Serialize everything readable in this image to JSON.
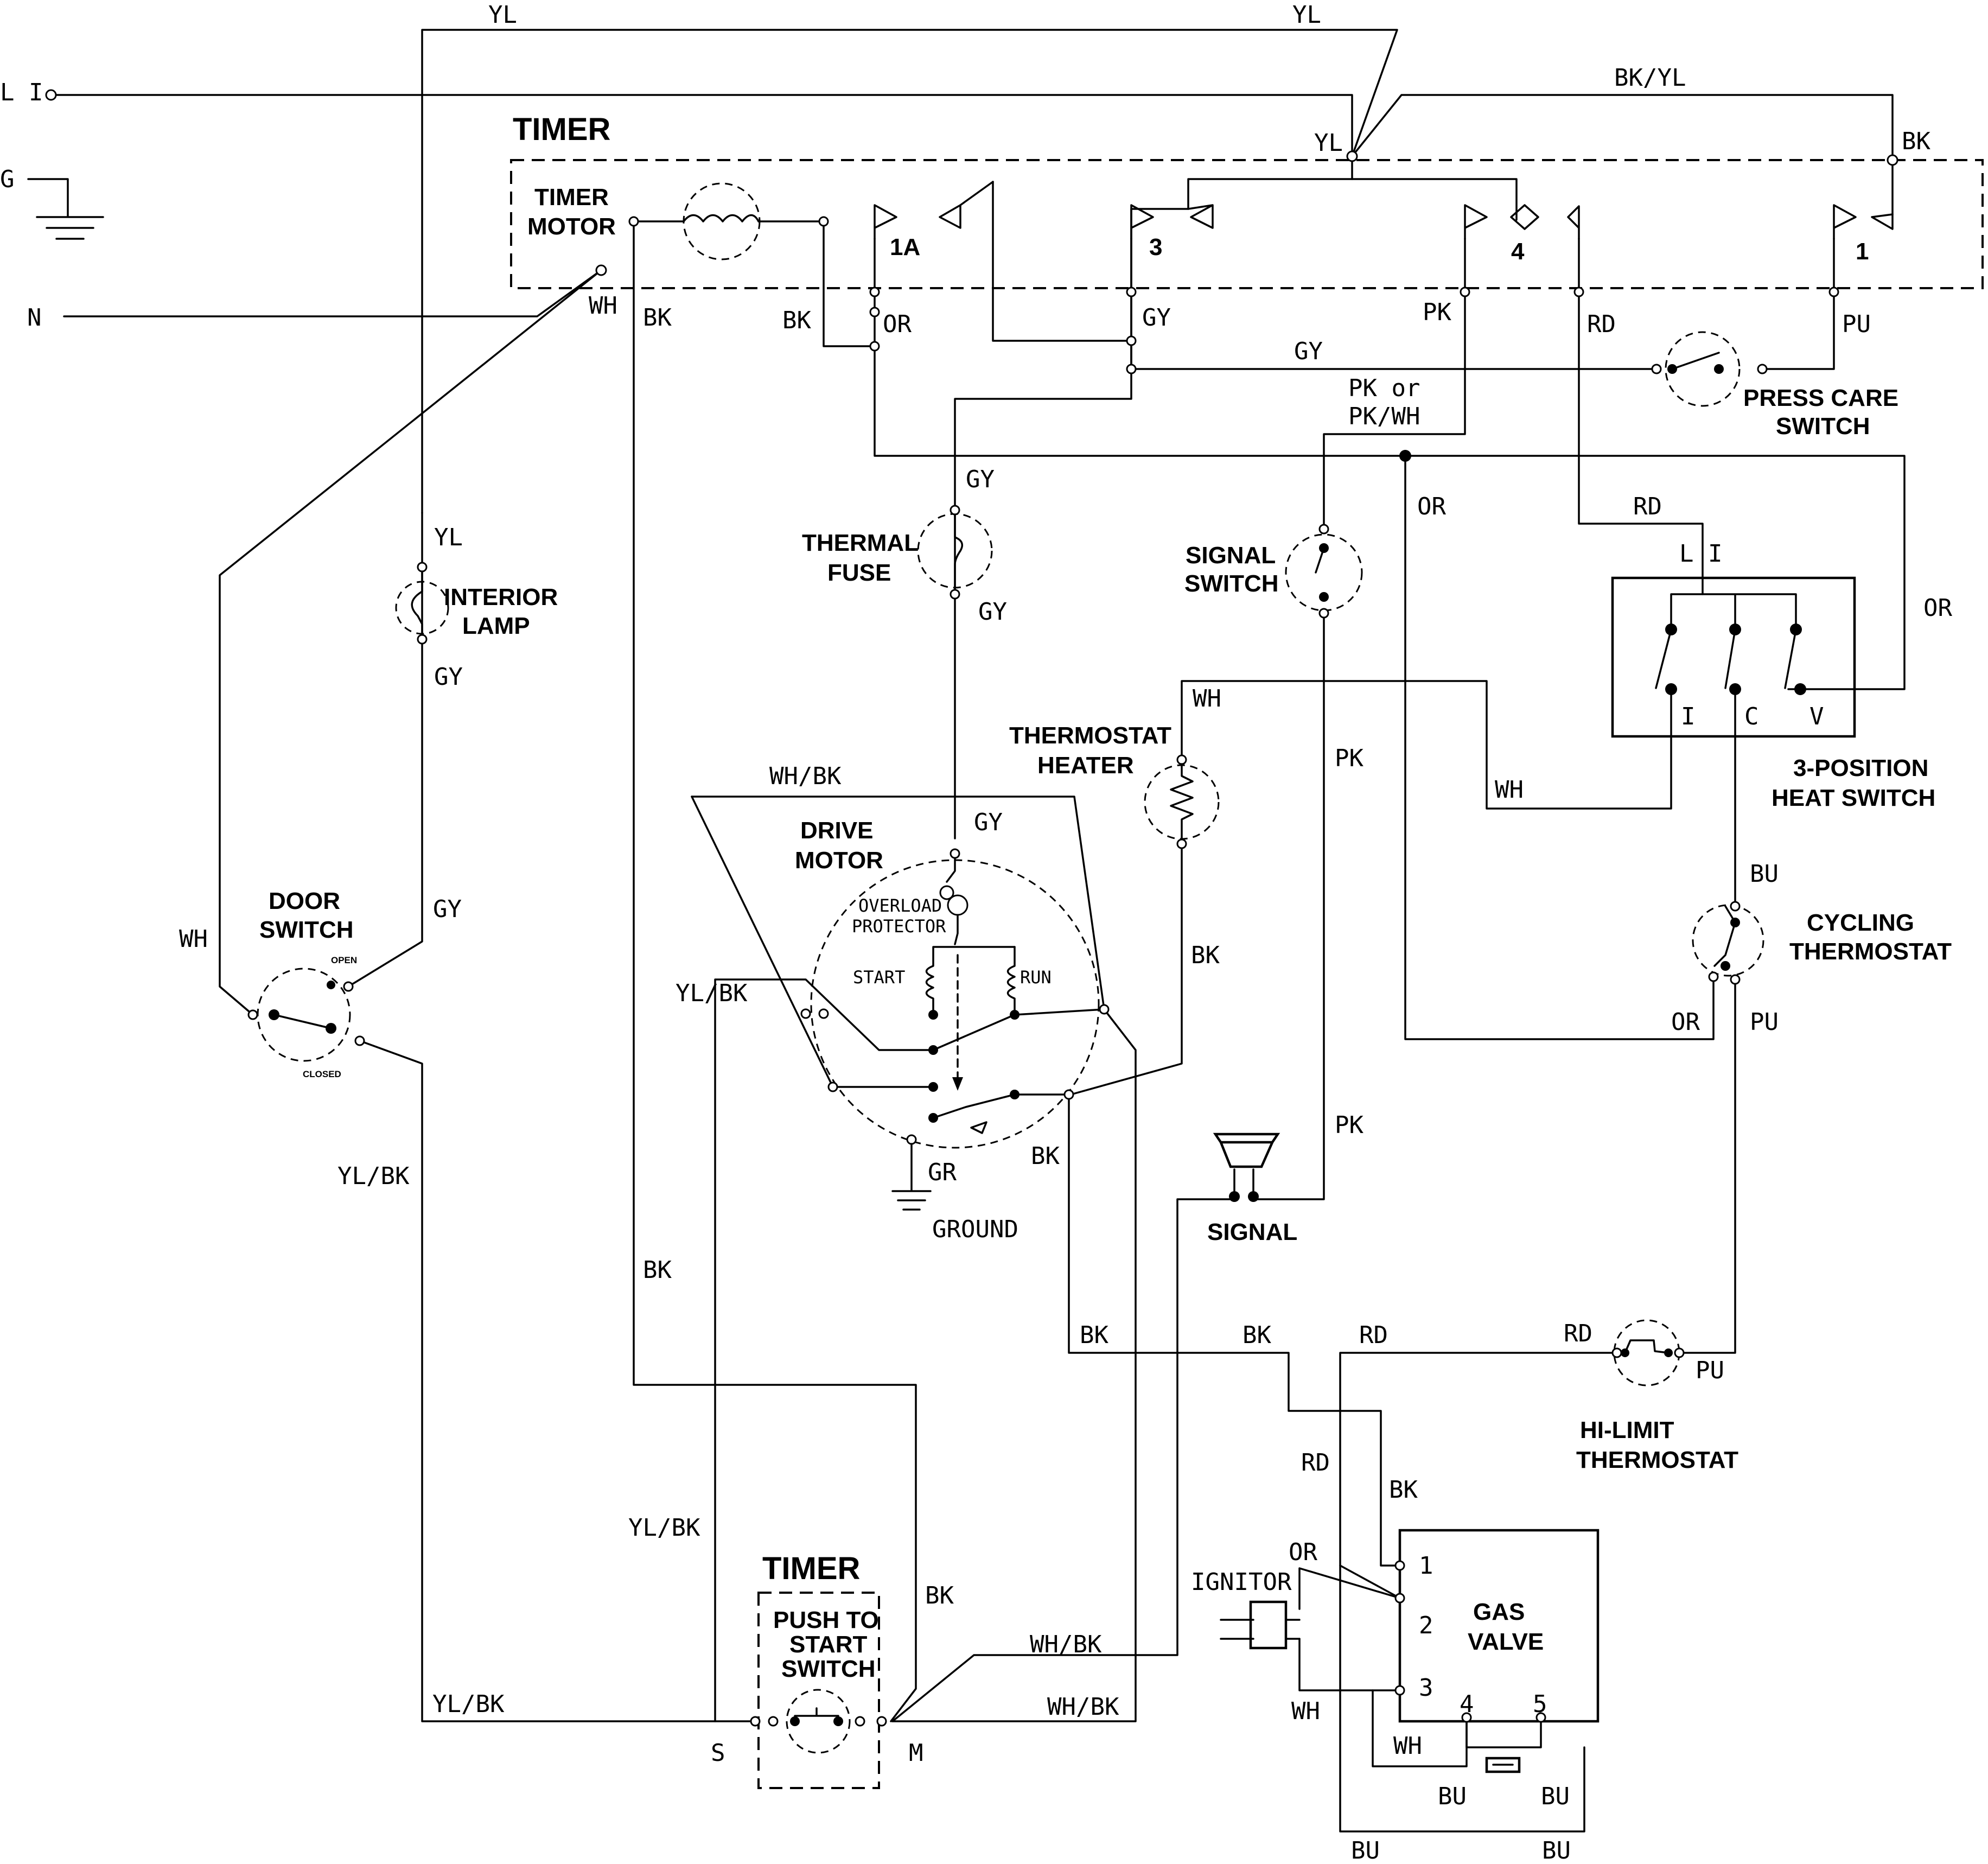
{
  "timer": {
    "title": "TIMER",
    "motor_label": [
      "TIMER",
      "MOTOR"
    ],
    "contacts": [
      "1A",
      "3",
      "4",
      "1"
    ]
  },
  "supply": {
    "l1": "L I",
    "ground": "G",
    "neutral": "N"
  },
  "wires": {
    "yl_top_left": "YL",
    "yl_top_right": "YL",
    "bk_yl_top": "BK/YL",
    "yl_timer": "YL",
    "bk_timer": "BK",
    "wh_motor": "WH",
    "bk_motor_1": "BK",
    "bk_motor_2": "BK",
    "or_1a": "OR",
    "gy_3": "GY",
    "pk_4": "PK",
    "rd_terminal": "RD",
    "pu_1": "PU",
    "gy_press": "GY",
    "pk_or": "PK or",
    "pk_wh": "PK/WH",
    "gy_fuse_top": "GY",
    "gy_fuse_bottom": "GY",
    "yl_lamp": "YL",
    "gy_lamp": "GY",
    "gy_door": "GY",
    "wh_door": "WH",
    "or_main": "OR",
    "rd_heat": "RD",
    "or_heat": "OR",
    "wh_stat": "WH",
    "wh_heat": "WH",
    "pk_signal": "PK",
    "wh_bk_motor": "WH/BK",
    "gy_motor": "GY",
    "bk_heater": "BK",
    "yl_bk_motor": "YL/BK",
    "yl_bk_door": "YL/BK",
    "bk_motor_low": "BK",
    "gr_motor": "GR",
    "pk_signal_low": "PK",
    "bu_cycling": "BU",
    "or_cycling": "OR",
    "pu_cycling": "PU",
    "bk_left": "BK",
    "bk_hl": "BK",
    "bk_hl2": "BK",
    "rd_hl": "RD",
    "rd_hl2": "RD",
    "pu_hl": "PU",
    "rd_valve": "RD",
    "bk_valve": "BK",
    "yl_bk_push": "YL/BK",
    "bk_push": "BK",
    "wh_bk_push": "WH/BK",
    "yl_bk_bottom": "YL/BK",
    "wh_bk_bottom": "WH/BK",
    "or_ign": "OR",
    "wh_ign": "WH",
    "wh_valve": "WH",
    "bu_valve_1": "BU",
    "bu_valve_2": "BU",
    "bu_valve_3": "BU",
    "bu_valve_4": "BU"
  },
  "components": {
    "press_care": [
      "PRESS CARE",
      "SWITCH"
    ],
    "thermal_fuse": [
      "THERMAL",
      "FUSE"
    ],
    "signal_switch": [
      "SIGNAL",
      "SWITCH"
    ],
    "interior_lamp": [
      "INTERIOR",
      "LAMP"
    ],
    "thermostat_heater": [
      "THERMOSTAT",
      "HEATER"
    ],
    "heat_switch": [
      "3-POSITION",
      "HEAT SWITCH"
    ],
    "heat_switch_l1": "L I",
    "heat_switch_terms": [
      "I",
      "C",
      "V"
    ],
    "drive_motor": [
      "DRIVE",
      "MOTOR"
    ],
    "overload": [
      "OVERLOAD",
      "PROTECTOR"
    ],
    "start": "START",
    "run": "RUN",
    "ground": "GROUND",
    "door_switch": [
      "DOOR",
      "SWITCH"
    ],
    "door_open": "OPEN",
    "door_closed": "CLOSED",
    "cycling_thermostat": [
      "CYCLING",
      "THERMOSTAT"
    ],
    "signal": "SIGNAL",
    "hi_limit": [
      "HI-LIMIT",
      "THERMOSTAT"
    ],
    "gas_valve": [
      "GAS",
      "VALVE"
    ],
    "gas_valve_terms": [
      "1",
      "2",
      "3",
      "4",
      "5"
    ],
    "ignitor": "IGNITOR",
    "push_timer": "TIMER",
    "push_to_start": [
      "PUSH TO",
      "START",
      "SWITCH"
    ],
    "push_s": "S",
    "push_m": "M"
  }
}
